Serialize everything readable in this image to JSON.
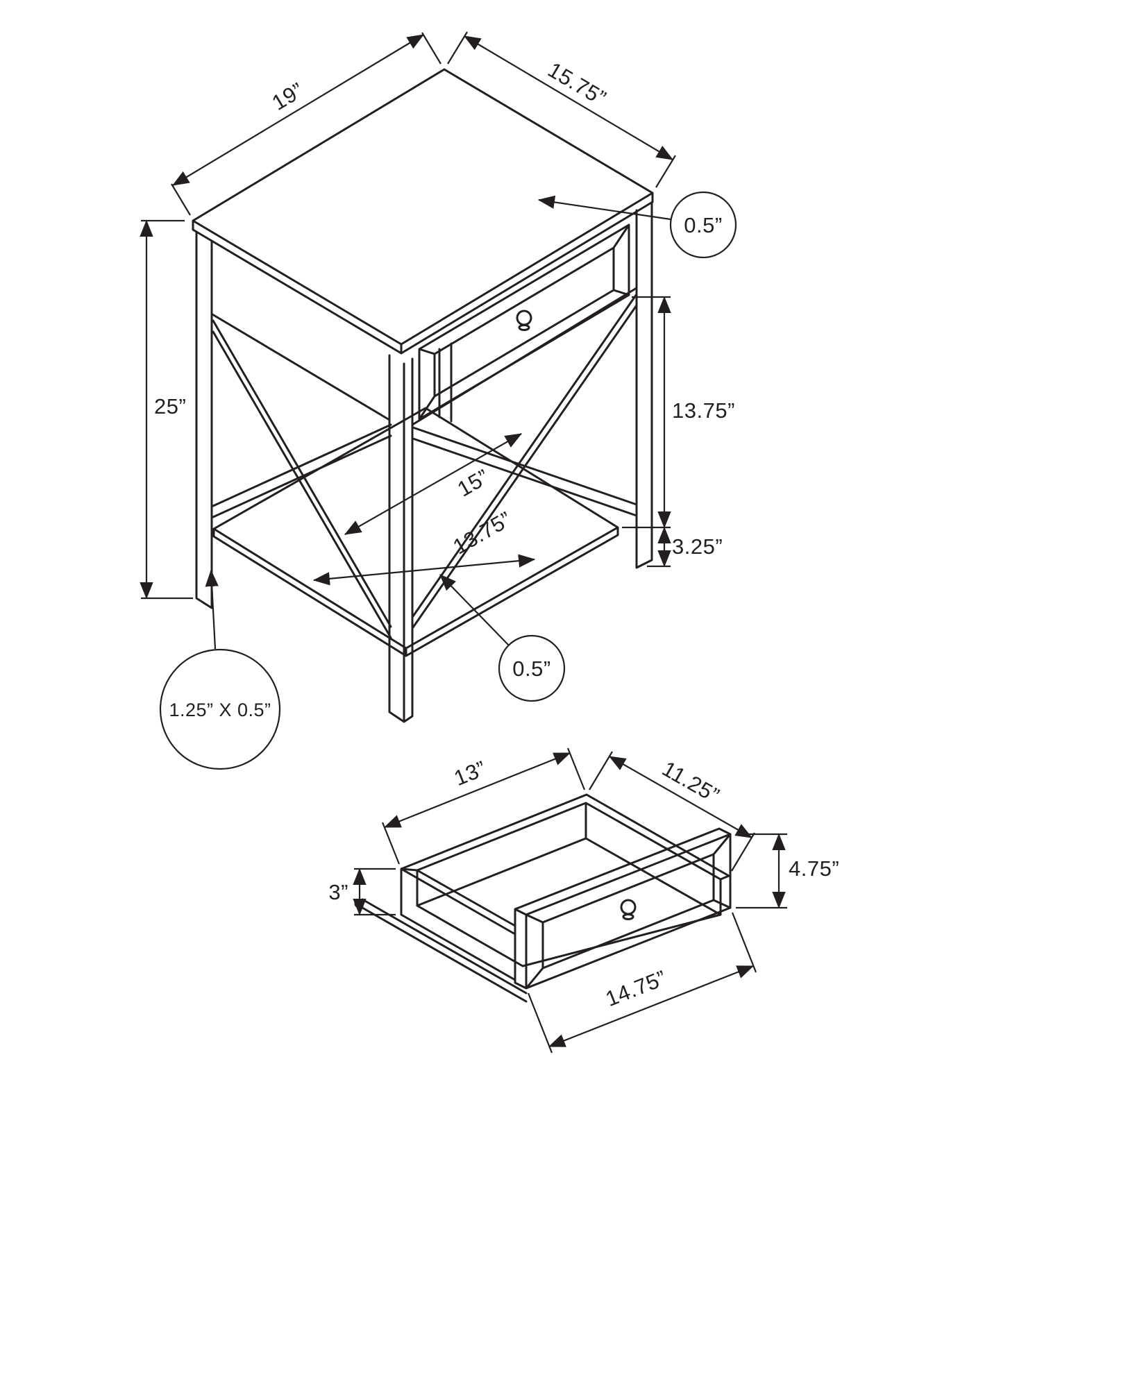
{
  "page": {
    "background_color": "#ffffff",
    "line_color": "#231f20",
    "description": "Dimension drawing of accent side table with drawer and lower shelf"
  },
  "table_view": {
    "name": "table-isometric-view",
    "dims": {
      "top_depth": "19”",
      "top_width": "15.75”",
      "top_thickness": "0.5”",
      "overall_height": "25”",
      "apron_to_shelf": "13.75”",
      "shelf_to_floor": "3.25”",
      "shelf_depth": "15”",
      "shelf_width": "13.75”",
      "shelf_thickness": "0.5”",
      "leg_profile": "1.25” X 0.5”"
    }
  },
  "drawer_view": {
    "name": "drawer-isometric-view",
    "dims": {
      "interior_depth": "13”",
      "interior_width": "11.25”",
      "side_height": "3”",
      "front_height": "4.75”",
      "front_width": "14.75”"
    }
  }
}
